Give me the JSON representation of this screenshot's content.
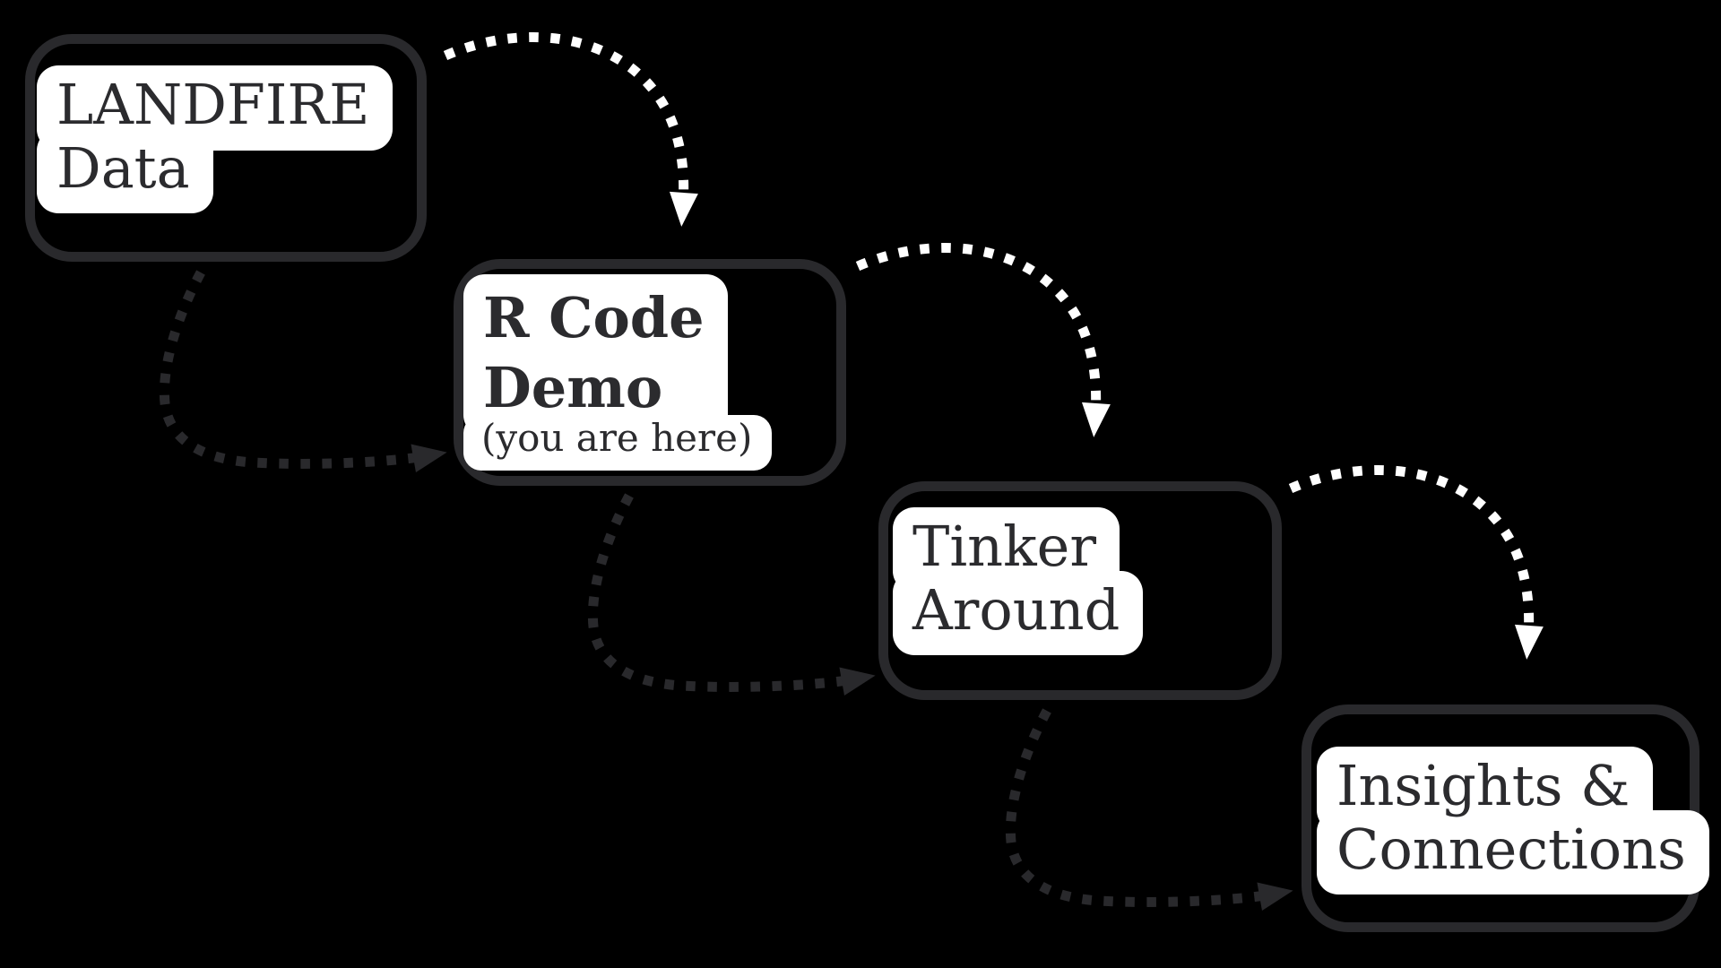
{
  "diagram": {
    "colors": {
      "page_background": "#000000",
      "box_border": "#29292c",
      "box_fill": "#000000",
      "label_background": "#ffffff",
      "label_text": "#2b2b2e",
      "arrow_light": "#ffffff",
      "arrow_dark": "#29292c"
    },
    "boxes": [
      {
        "id": "landfire-data",
        "lines": [
          "LANDFIRE",
          "Data"
        ]
      },
      {
        "id": "r-code-demo",
        "lines": [
          "R Code",
          "Demo"
        ],
        "note": "(you are here)"
      },
      {
        "id": "tinker-around",
        "lines": [
          "Tinker",
          "Around"
        ]
      },
      {
        "id": "insights-connections",
        "lines": [
          "Insights &",
          "Connections"
        ]
      }
    ]
  }
}
